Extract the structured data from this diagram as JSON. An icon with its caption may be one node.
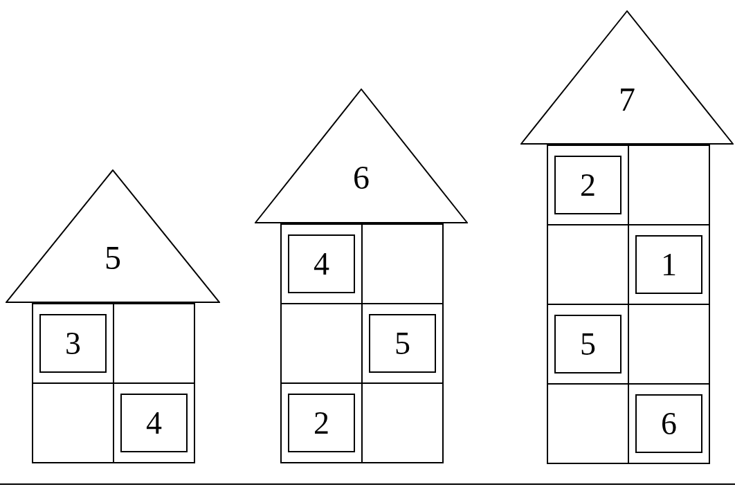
{
  "diagram": {
    "nodes": [
      {
        "text": [
          "5"
        ]
      },
      {
        "text": [
          "3"
        ]
      },
      {
        "text": [],
        "shape": "box"
      },
      {
        "text": [],
        "shape": "box"
      },
      {
        "text": [
          "4"
        ]
      },
      {
        "text": [
          "6"
        ]
      },
      {
        "text": [
          "4"
        ]
      },
      {
        "text": [],
        "shape": "box"
      },
      {
        "text": [],
        "shape": "box"
      },
      {
        "text": [
          "5"
        ]
      },
      {
        "text": [
          "2"
        ]
      },
      {
        "text": [],
        "shape": "box"
      },
      {
        "text": [
          "7"
        ]
      },
      {
        "text": [
          "2"
        ]
      },
      {
        "text": [],
        "shape": "box"
      },
      {
        "text": [],
        "shape": "box"
      },
      {
        "text": [
          "1"
        ]
      },
      {
        "text": [
          "5"
        ]
      },
      {
        "text": [],
        "shape": "box"
      },
      {
        "text": [],
        "shape": "box"
      },
      {
        "text": [
          "6"
        ]
      }
    ],
    "edges": []
  }
}
